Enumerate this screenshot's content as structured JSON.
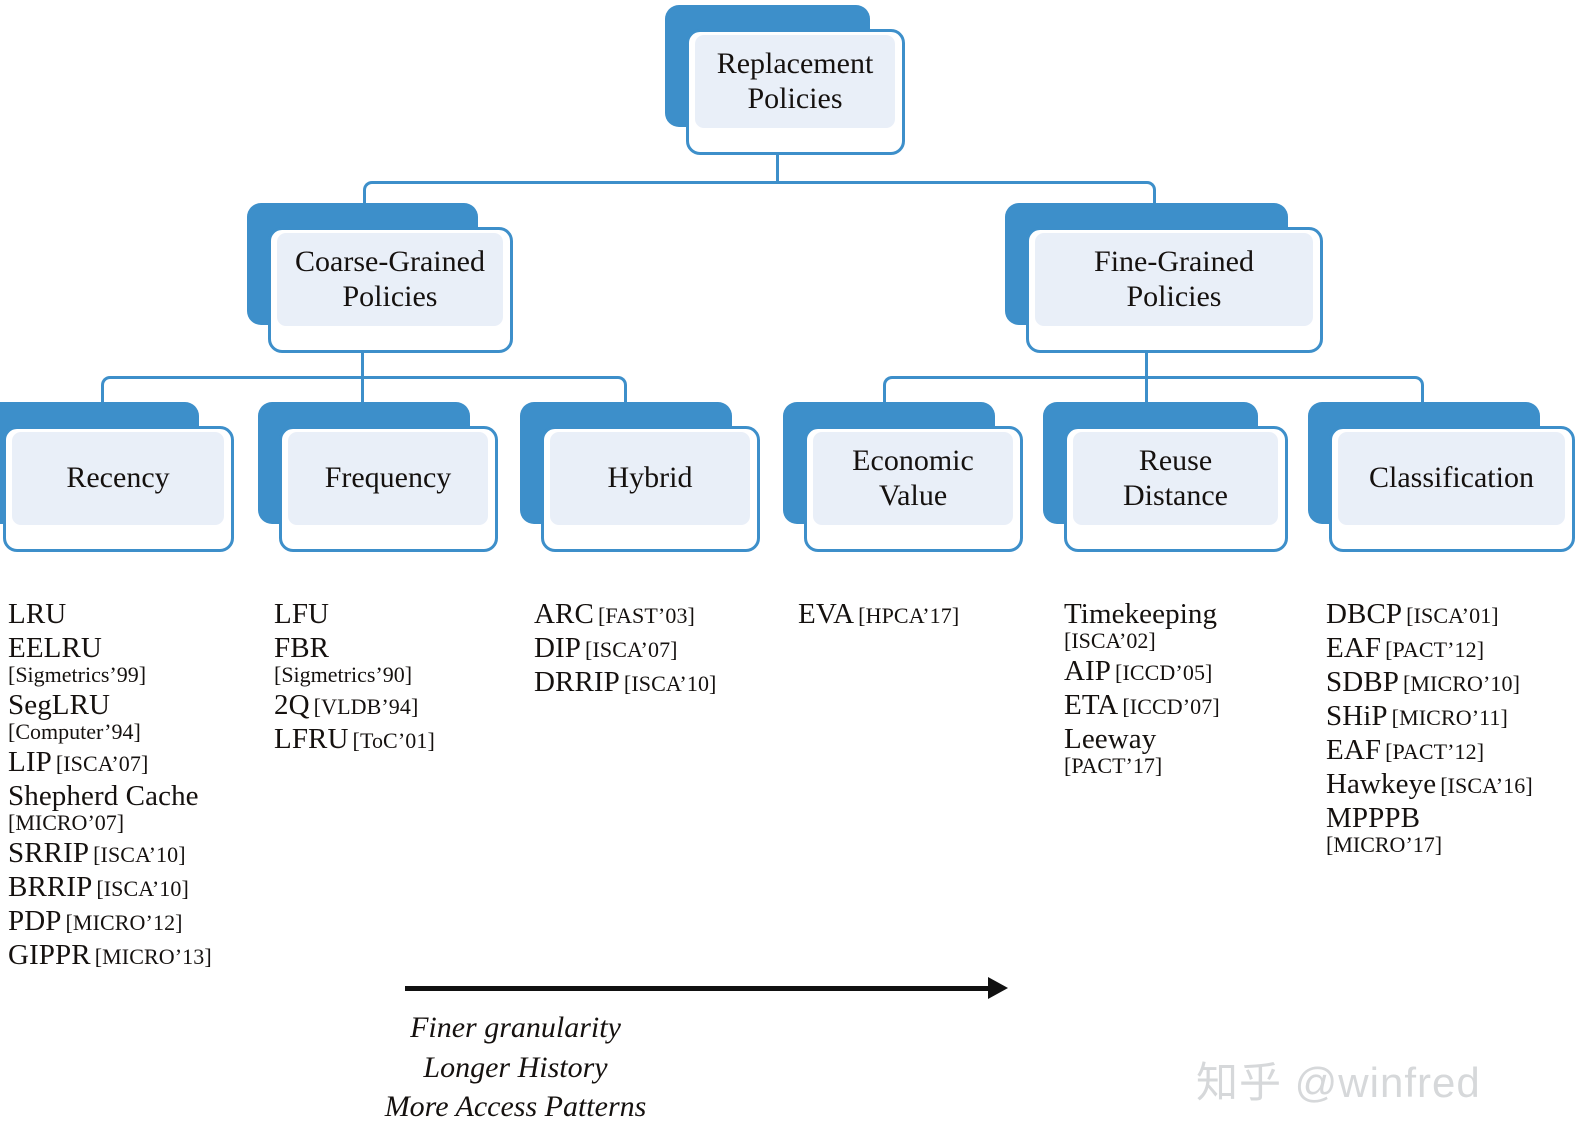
{
  "diagram": {
    "title": "Replacement Policies taxonomy",
    "colors": {
      "accent_blue": "#3d8fca",
      "inner_fill": "#e9eff8",
      "card_fill": "#ffffff",
      "text": "#15110f",
      "arrow": "#111111",
      "watermark": "#d6d8da"
    }
  },
  "root": {
    "label": "Replacement\nPolicies",
    "line1": "Replacement",
    "line2": "Policies"
  },
  "level2": [
    {
      "line1": "Coarse-Grained",
      "line2": "Policies"
    },
    {
      "line1": "Fine-Grained",
      "line2": "Policies"
    }
  ],
  "level3": [
    {
      "line1": "Recency",
      "line2": ""
    },
    {
      "line1": "Frequency",
      "line2": ""
    },
    {
      "line1": "Hybrid",
      "line2": ""
    },
    {
      "line1": "Economic",
      "line2": "Value"
    },
    {
      "line1": "Reuse",
      "line2": "Distance"
    },
    {
      "line1": "Classification",
      "line2": ""
    }
  ],
  "columns": [
    {
      "category": "Recency",
      "entries": [
        {
          "name": "LRU",
          "venue": "",
          "wrap": ""
        },
        {
          "name": "EELRU",
          "venue": "",
          "wrap": "[Sigmetrics’99]"
        },
        {
          "name": "SegLRU",
          "venue": "",
          "wrap": "[Computer’94]"
        },
        {
          "name": "LIP",
          "venue": "[ISCA’07]",
          "wrap": ""
        },
        {
          "name": "Shepherd Cache",
          "venue": "",
          "wrap": "[MICRO’07]"
        },
        {
          "name": "SRRIP",
          "venue": "[ISCA’10]",
          "wrap": ""
        },
        {
          "name": "BRRIP",
          "venue": "[ISCA’10]",
          "wrap": ""
        },
        {
          "name": "PDP",
          "venue": "[MICRO’12]",
          "wrap": ""
        },
        {
          "name": "GIPPR",
          "venue": "[MICRO’13]",
          "wrap": ""
        }
      ]
    },
    {
      "category": "Frequency",
      "entries": [
        {
          "name": "LFU",
          "venue": "",
          "wrap": ""
        },
        {
          "name": "FBR",
          "venue": "",
          "wrap": "[Sigmetrics’90]"
        },
        {
          "name": "2Q",
          "venue": "[VLDB’94]",
          "wrap": ""
        },
        {
          "name": "LFRU",
          "venue": "[ToC’01]",
          "wrap": ""
        }
      ]
    },
    {
      "category": "Hybrid",
      "entries": [
        {
          "name": "ARC",
          "venue": "[FAST’03]",
          "wrap": ""
        },
        {
          "name": "DIP",
          "venue": "[ISCA’07]",
          "wrap": ""
        },
        {
          "name": "DRRIP",
          "venue": "[ISCA’10]",
          "wrap": ""
        }
      ]
    },
    {
      "category": "Economic Value",
      "entries": [
        {
          "name": "EVA",
          "venue": "[HPCA’17]",
          "wrap": ""
        }
      ]
    },
    {
      "category": "Reuse Distance",
      "entries": [
        {
          "name": "Timekeeping",
          "venue": "",
          "wrap": "[ISCA’02]"
        },
        {
          "name": "AIP",
          "venue": "[ICCD’05]",
          "wrap": ""
        },
        {
          "name": "ETA",
          "venue": "[ICCD’07]",
          "wrap": ""
        },
        {
          "name": "Leeway",
          "venue": "",
          "wrap": "[PACT’17]"
        }
      ]
    },
    {
      "category": "Classification",
      "entries": [
        {
          "name": "DBCP",
          "venue": "[ISCA’01]",
          "wrap": ""
        },
        {
          "name": "EAF",
          "venue": "[PACT’12]",
          "wrap": ""
        },
        {
          "name": "SDBP",
          "venue": "[MICRO’10]",
          "wrap": ""
        },
        {
          "name": "SHiP",
          "venue": "[MICRO’11]",
          "wrap": ""
        },
        {
          "name": "EAF",
          "venue": "[PACT’12]",
          "wrap": ""
        },
        {
          "name": "Hawkeye",
          "venue": "[ISCA’16]",
          "wrap": ""
        },
        {
          "name": "MPPPB",
          "venue": "",
          "wrap": "[MICRO’17]"
        }
      ]
    }
  ],
  "axis_caption": {
    "line1": "Finer granularity",
    "line2": "Longer History",
    "line3": "More Access Patterns"
  },
  "watermark": {
    "text": "知乎 @winfred"
  }
}
